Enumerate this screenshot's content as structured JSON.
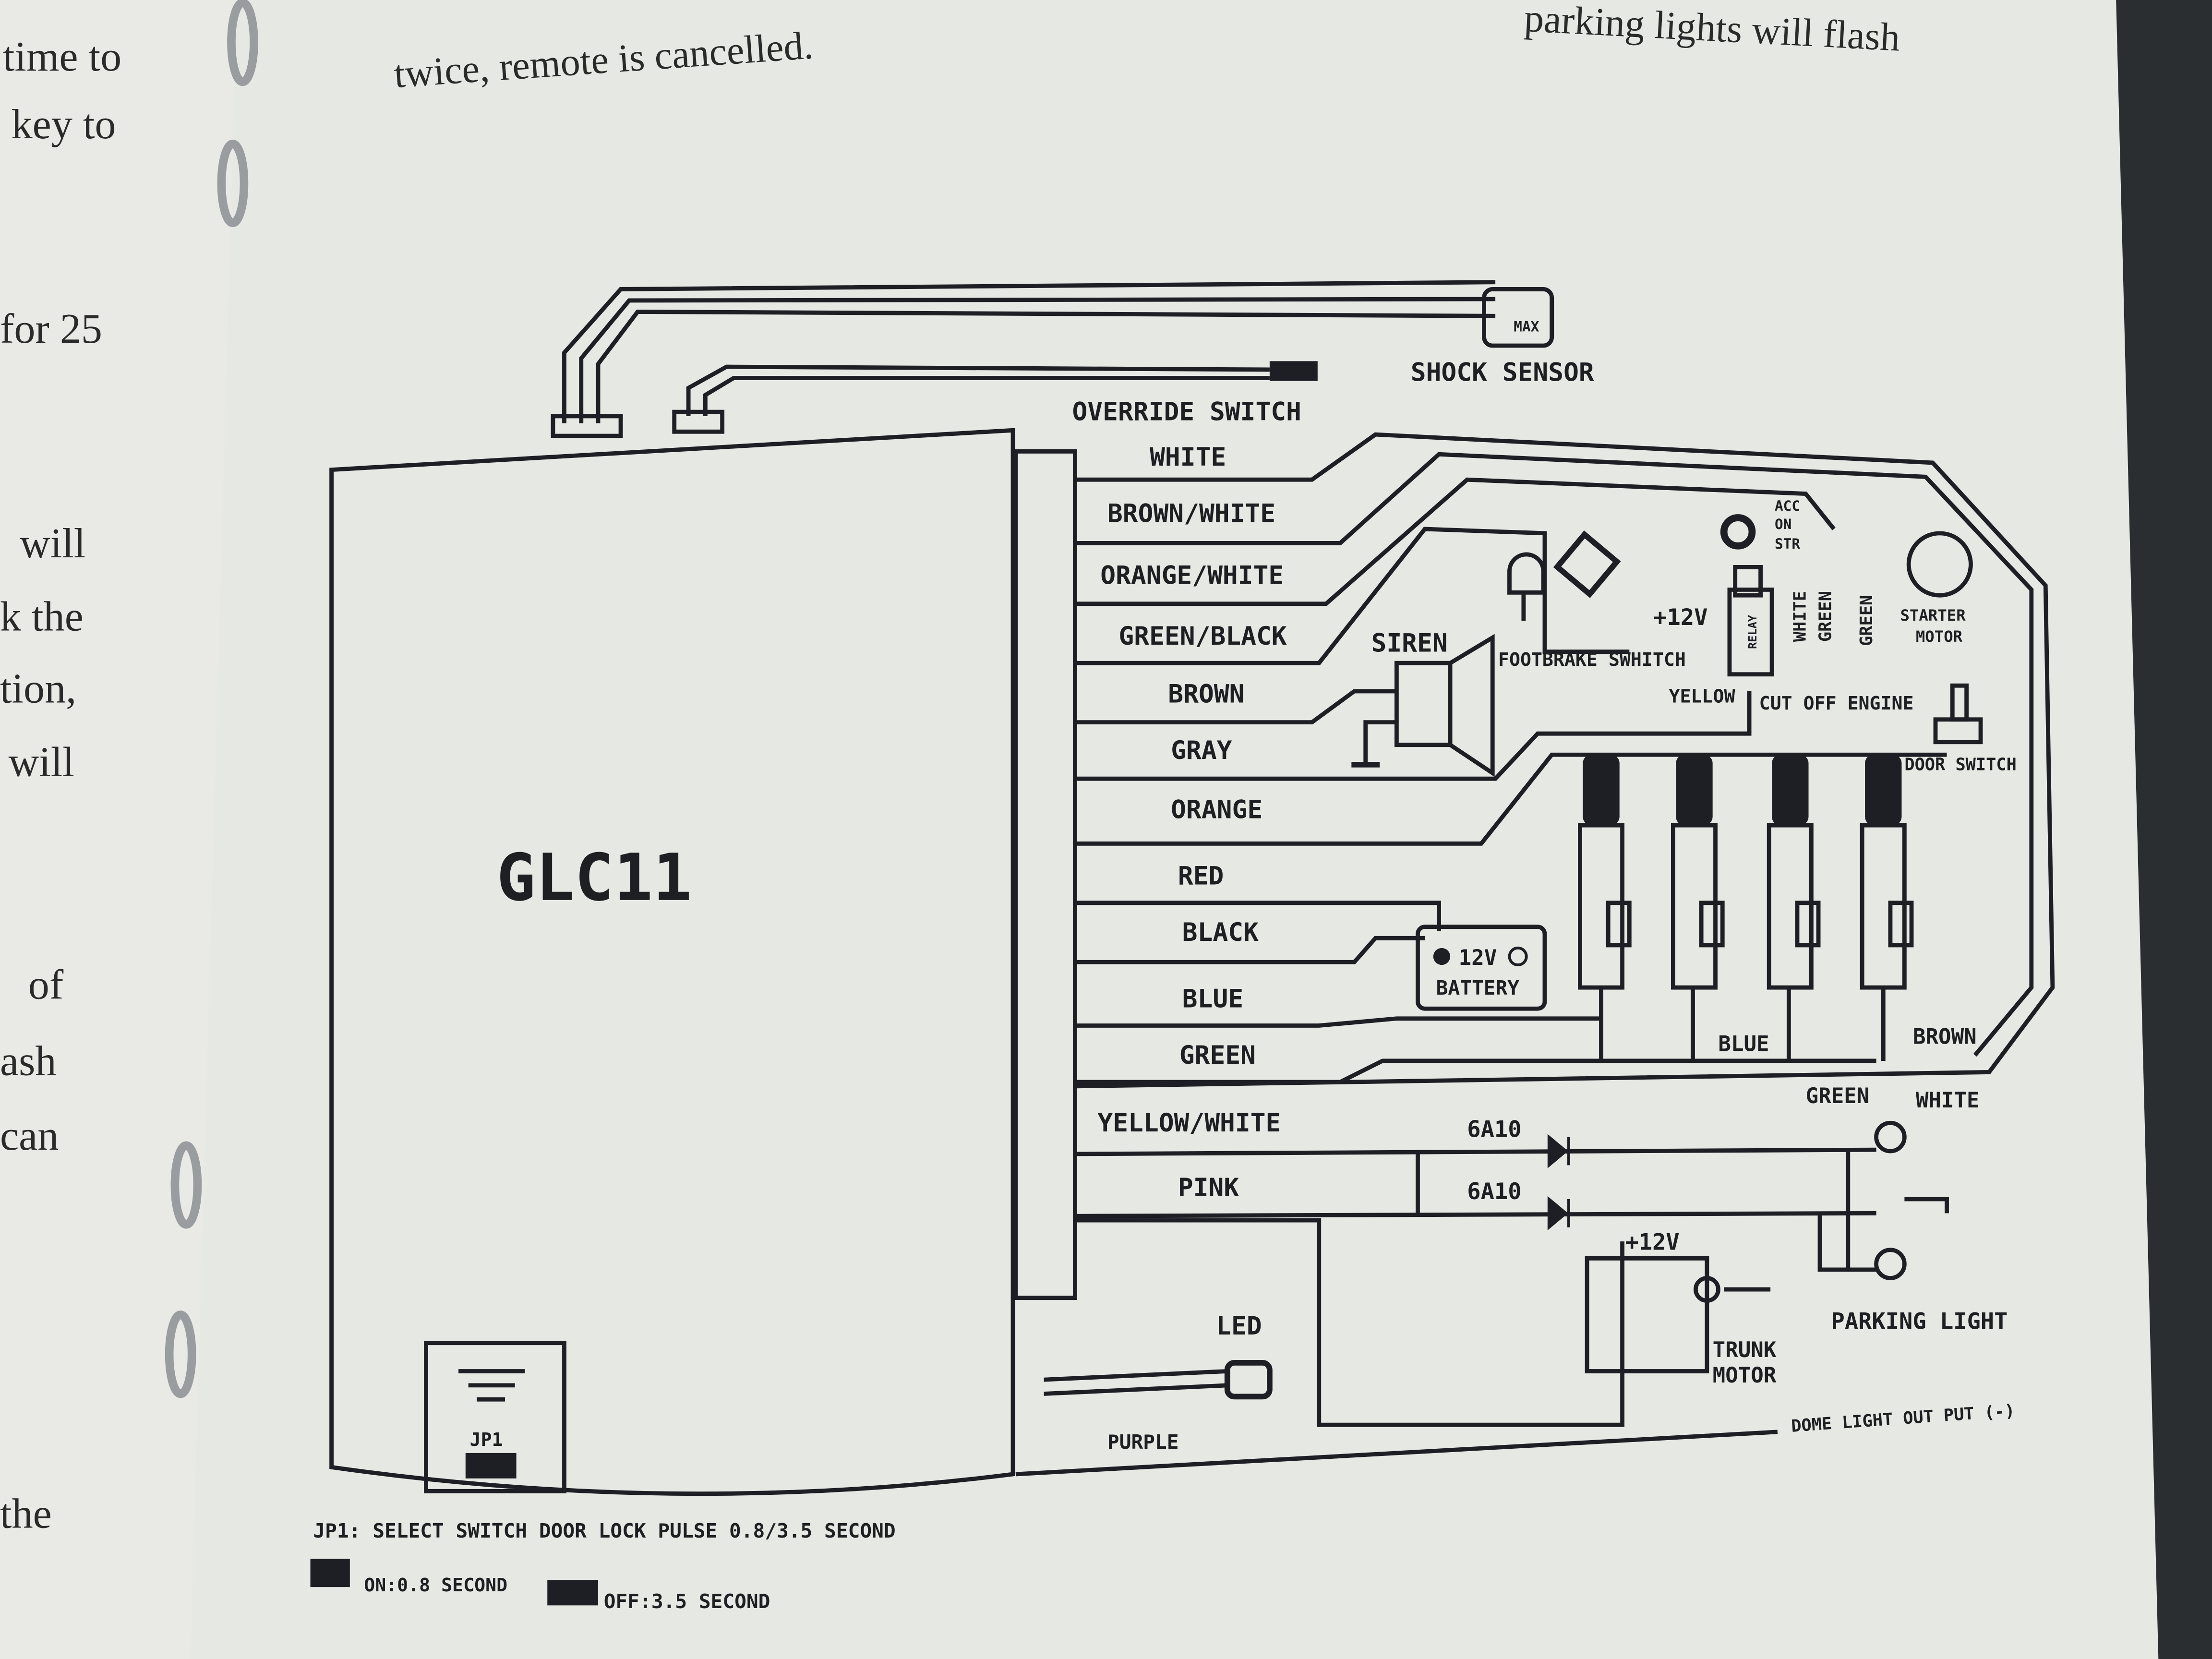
{
  "left_page": {
    "fragments": [
      "time to",
      "key to",
      "for 25",
      "will",
      "k the",
      "tion,",
      "will",
      "of",
      "ash",
      "can",
      "the"
    ]
  },
  "right_page": {
    "header_left": "twice, remote is cancelled.",
    "header_right": "parking lights will flash"
  },
  "diagram": {
    "unit_label": "GLC11",
    "shock_sensor": "SHOCK SENSOR",
    "shock_max": "MAX",
    "override_switch": "OVERRIDE SWITCH",
    "wires": [
      "WHITE",
      "BROWN/WHITE",
      "ORANGE/WHITE",
      "GREEN/BLACK",
      "BROWN",
      "GRAY",
      "ORANGE",
      "RED",
      "BLACK",
      "BLUE",
      "GREEN",
      "YELLOW/WHITE",
      "PINK"
    ],
    "siren": "SIREN",
    "footbrake_switch": "FOOTBRAKE SWHITCH",
    "plus12v_a": "+12V",
    "ignition": [
      "ACC",
      "ON",
      "STR"
    ],
    "relay": "RELAY",
    "relay_wires": [
      "WHITE",
      "GREEN",
      "GREEN"
    ],
    "starter_motor": [
      "STARTER",
      "MOTOR"
    ],
    "yellow": "YELLOW",
    "cut_off_engine": "CUT OFF ENGINE",
    "door_switch": "DOOR SWITCH",
    "battery_12v": "12V",
    "battery": "BATTERY",
    "lock_blue": "BLUE",
    "lock_brown": "BROWN",
    "lock_green": "GREEN",
    "lock_white": "WHITE",
    "diode_1": "6A10",
    "diode_2": "6A10",
    "parking_light": "PARKING LIGHT",
    "plus12v_b": "+12V",
    "trunk_motor": [
      "TRUNK",
      "MOTOR"
    ],
    "led": "LED",
    "purple": "PURPLE",
    "dome_light": "DOME LIGHT OUT PUT (-)",
    "jp1": "JP1",
    "note_line1": "JP1: SELECT SWITCH DOOR  LOCK PULSE 0.8/3.5 SECOND",
    "note_on": "ON:0.8 SECOND",
    "note_off": "OFF:3.5 SECOND"
  }
}
